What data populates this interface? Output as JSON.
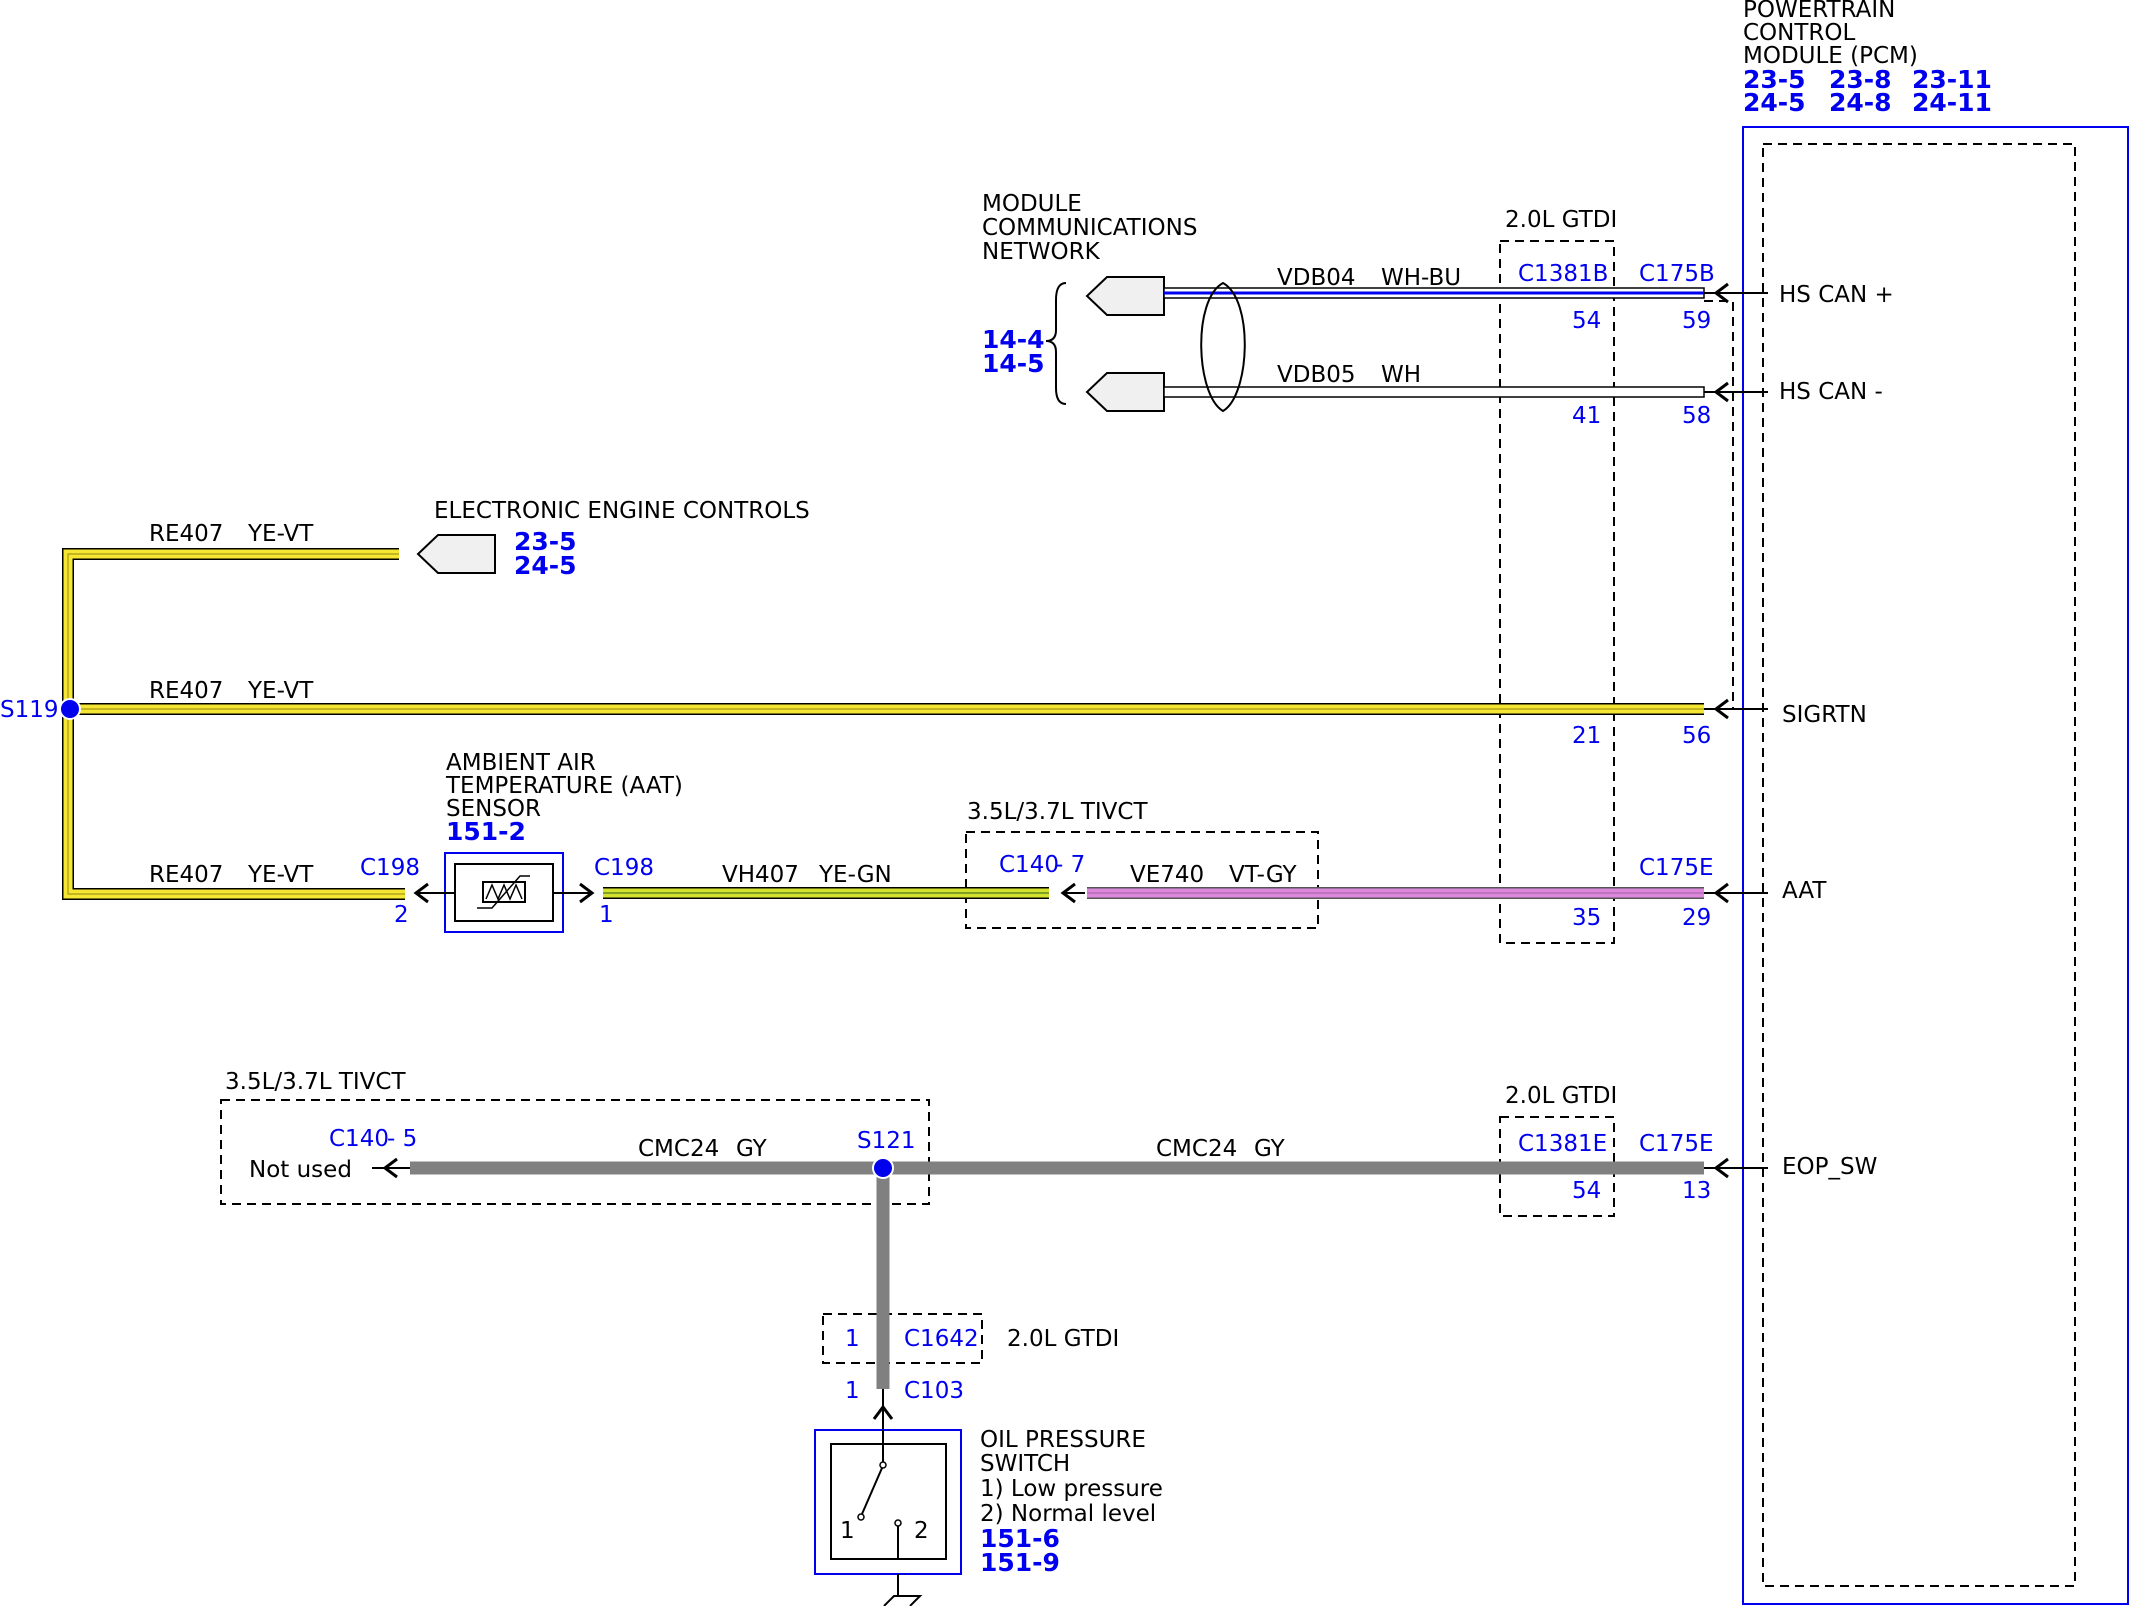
{
  "pcm": {
    "title_lines": [
      "POWERTRAIN",
      "CONTROL",
      "MODULE (PCM)"
    ],
    "refs": [
      [
        "23-5",
        "24-5"
      ],
      [
        "23-8",
        "24-8"
      ],
      [
        "23-11",
        "24-11"
      ]
    ],
    "pins": [
      "HS CAN +",
      "HS CAN -",
      "SIGRTN",
      "AAT",
      "EOP_SW"
    ]
  },
  "mcn": {
    "title_lines": [
      "MODULE",
      "COMMUNICATIONS",
      "NETWORK"
    ],
    "refs": [
      "14-4",
      "14-5"
    ]
  },
  "eec": {
    "title": "ELECTRONIC ENGINE CONTROLS",
    "refs": [
      "23-5",
      "24-5"
    ]
  },
  "aat_sensor": {
    "title_lines": [
      "AMBIENT AIR",
      "TEMPERATURE (AAT)",
      "SENSOR"
    ],
    "ref": "151-2"
  },
  "oil_switch": {
    "title_lines": [
      "OIL PRESSURE",
      "SWITCH",
      "1) Low pressure",
      "2) Normal level"
    ],
    "refs": [
      "151-6",
      "151-9"
    ],
    "contact_1": "1",
    "contact_2": "2"
  },
  "options": {
    "gtdi": "2.0L GTDI",
    "tivct": "3.5L/3.7L TIVCT"
  },
  "wires": {
    "vdb04": {
      "circuit": "VDB04",
      "color": "WH-BU"
    },
    "vdb05": {
      "circuit": "VDB05",
      "color": "WH"
    },
    "re407": {
      "circuit": "RE407",
      "color": "YE-VT"
    },
    "vh407": {
      "circuit": "VH407",
      "color": "YE-GN"
    },
    "ve740": {
      "circuit": "VE740",
      "color": "VT-GY"
    },
    "cmc24": {
      "circuit": "CMC24",
      "color": "GY"
    }
  },
  "connectors": {
    "c1381b": "C1381B",
    "c175b": "C175B",
    "c175e": "C175E",
    "c1381e": "C1381E",
    "c198": "C198",
    "c140": "C140",
    "c1642": "C1642",
    "c103": "C103"
  },
  "splices": {
    "s119": "S119",
    "s121": "S121"
  },
  "pin_numbers": {
    "can_plus_c1381b": "54",
    "can_plus_c175b": "59",
    "can_minus_c1381b": "41",
    "can_minus_c175b": "58",
    "sigrtn_c1381b": "21",
    "sigrtn_c175b": "56",
    "aat_c1381b": "35",
    "aat_c175e": "29",
    "c198_left": "2",
    "c198_right": "1",
    "c140_aat": "- 7",
    "c140_eop": "- 5",
    "eop_c1381e": "54",
    "eop_c175e": "13",
    "c1642": "1",
    "c103": "1"
  },
  "not_used": "Not used",
  "colors": {
    "yellow": "#f5e634",
    "yellow_green": "#d4e22e",
    "violet_gray": "#dd88dd",
    "gray": "#808080",
    "blue": "#0000ee",
    "white_wire": "#ffffff"
  }
}
